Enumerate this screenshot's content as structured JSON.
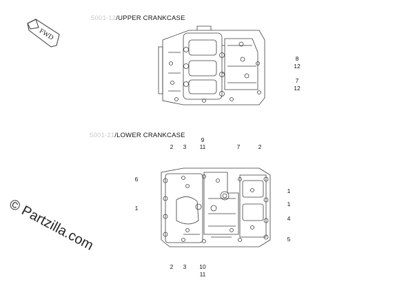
{
  "upper": {
    "title_faded": "5001-12",
    "title": "/UPPER CRANKCASE",
    "refs": [
      "8",
      "12",
      "7",
      "12"
    ]
  },
  "lower": {
    "title_faded": "5001-21",
    "title": "/LOWER CRANKCASE",
    "top_refs": [
      "2",
      "3",
      "9",
      "11",
      "7",
      "2"
    ],
    "side_left_refs": [
      "6",
      "1"
    ],
    "side_right_refs": [
      "1",
      "1",
      "4",
      "5"
    ],
    "bottom_refs": [
      "2",
      "3",
      "10",
      "11"
    ]
  },
  "fwd_label": "FWD",
  "watermark": "© Partzilla.com",
  "colors": {
    "line": "#3a3a3a",
    "background": "#ffffff",
    "faded": "#c9c9c9"
  }
}
